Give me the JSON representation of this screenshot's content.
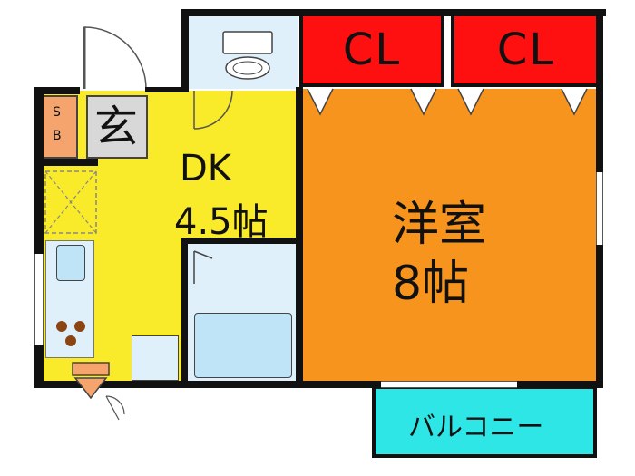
{
  "rooms": {
    "western_room": {
      "name": "洋室",
      "size": "8帖"
    },
    "dk": {
      "name": "DK",
      "size": "4.5帖"
    },
    "entrance": {
      "label": "玄"
    },
    "shoe_box": {
      "label_top": "S",
      "label_bottom": "B"
    },
    "balcony": {
      "label": "バルコニー"
    },
    "closet_left": {
      "label": "CL"
    },
    "closet_right": {
      "label": "CL"
    }
  },
  "colors": {
    "wall": "#111111",
    "western_room": "#f7941d",
    "dk": "#f9ea2a",
    "wet_area": "#dff0fb",
    "closet": "#ff1010",
    "balcony": "#2ee6e6",
    "shoe_box": "#f4a46c"
  }
}
